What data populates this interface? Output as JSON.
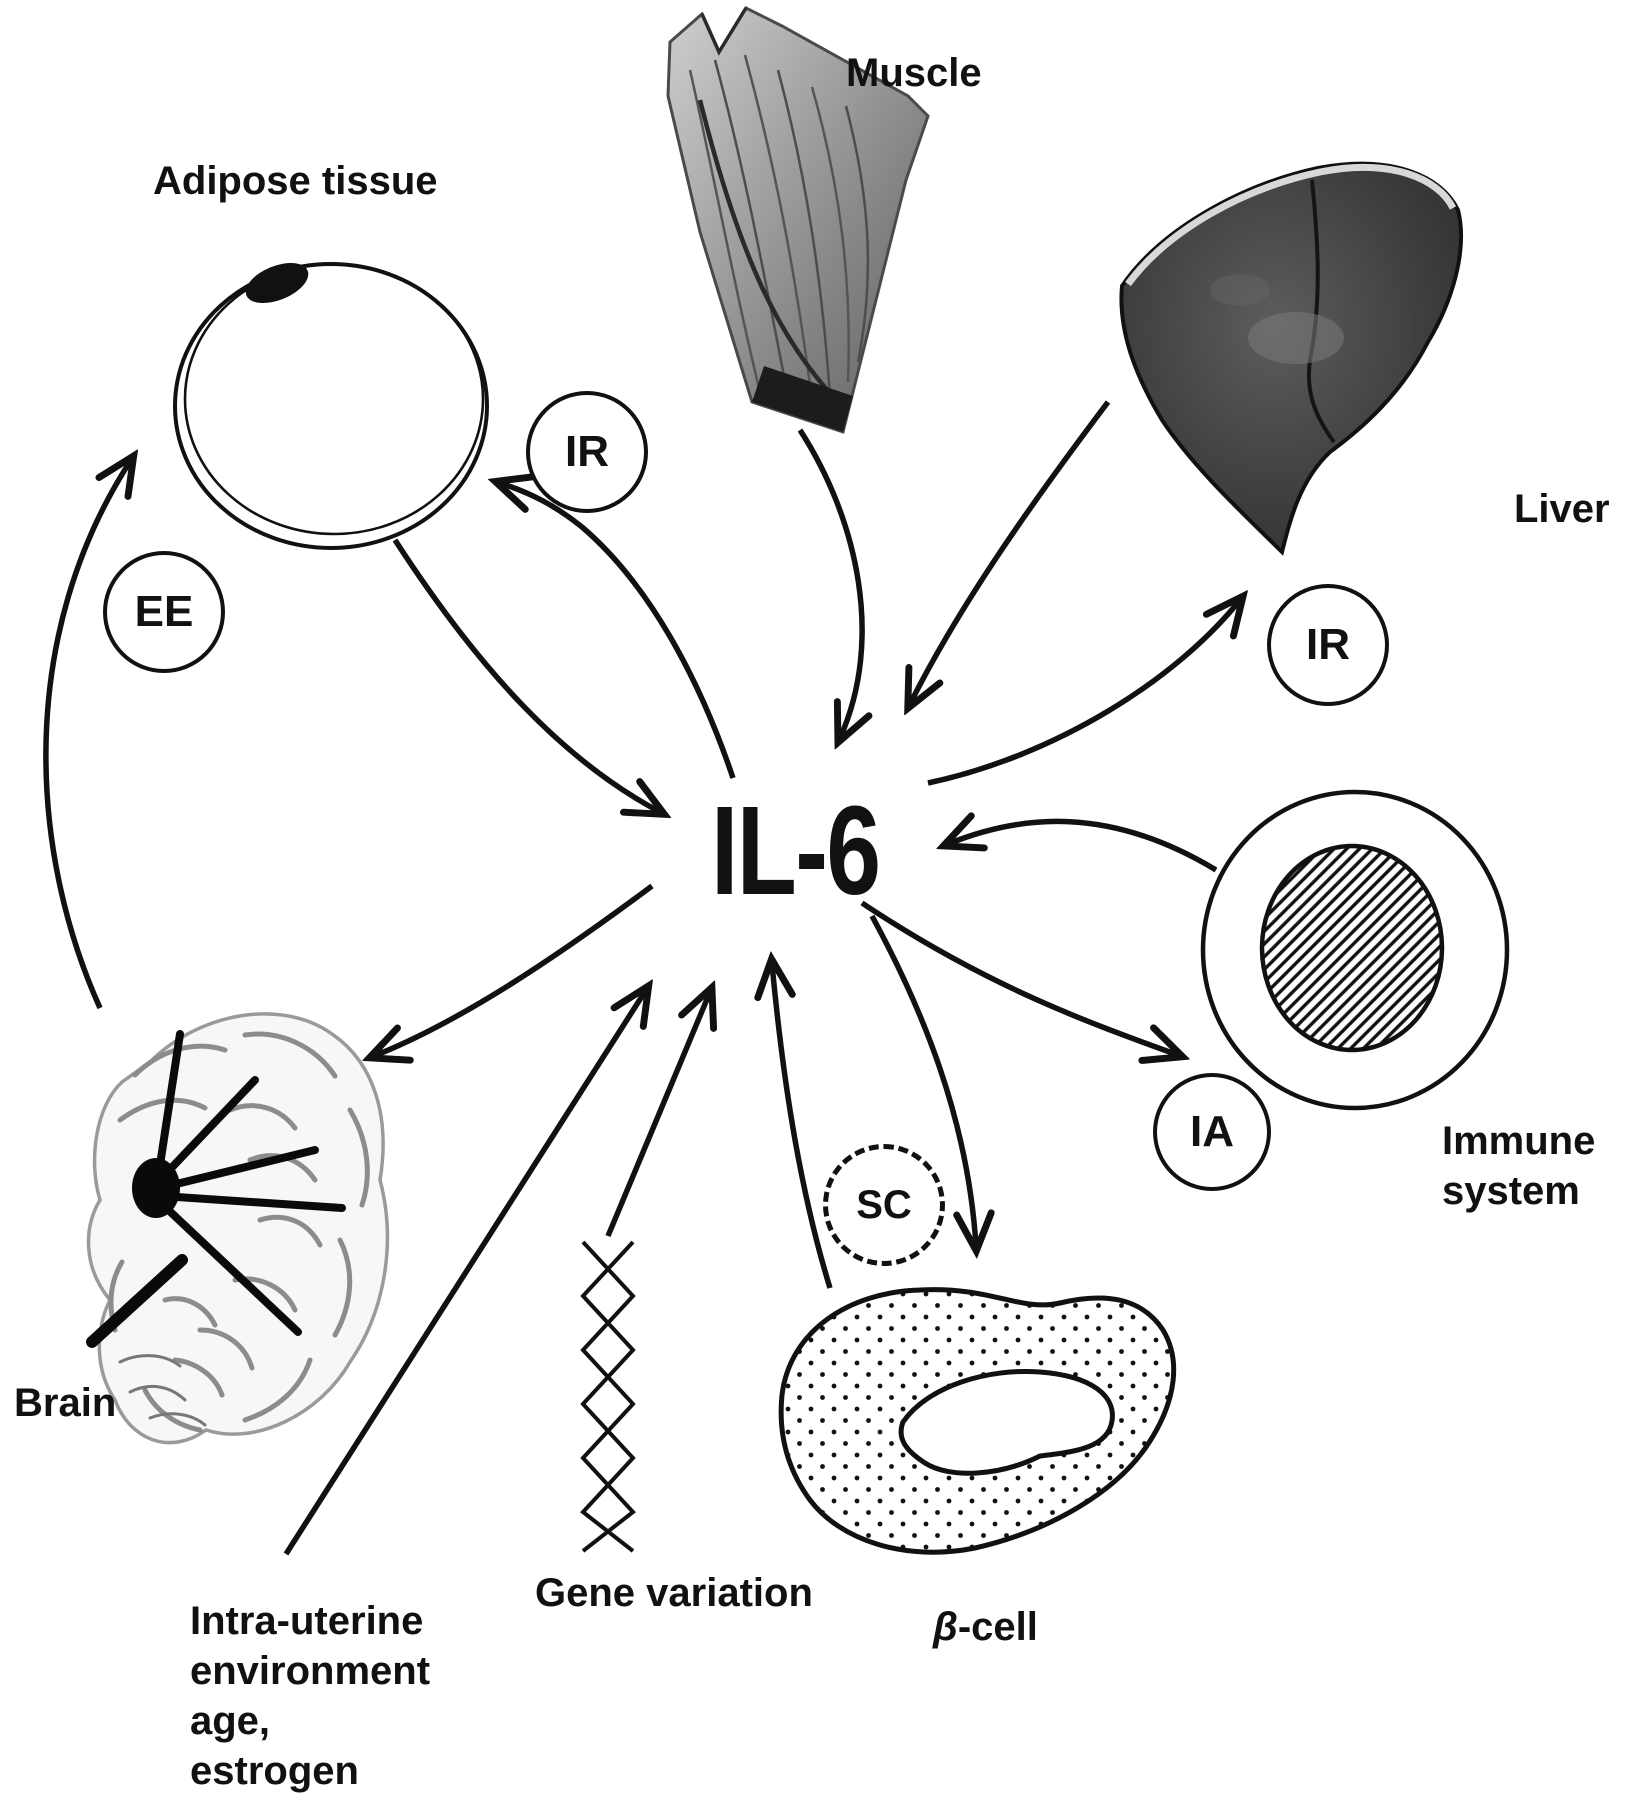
{
  "diagram": {
    "center": {
      "label": "IL-6"
    },
    "nodes": {
      "adipose": {
        "label": "Adipose tissue"
      },
      "muscle": {
        "label": "Muscle"
      },
      "liver": {
        "label": "Liver"
      },
      "immune": {
        "label_line1": "Immune",
        "label_line2": "system"
      },
      "brain": {
        "label": "Brain"
      },
      "gene": {
        "label": "Gene variation"
      },
      "beta_cell": {
        "beta": "β",
        "suffix": "-cell"
      },
      "intrauterine": {
        "lines": [
          "Intra-uterine",
          "environment",
          "age,",
          "estrogen"
        ]
      }
    },
    "badges": {
      "ee": "EE",
      "ir_adipose": "IR",
      "ir_liver": "IR",
      "ia": "IA",
      "sc": "SC"
    },
    "colors": {
      "ink": "#111111",
      "background": "#ffffff"
    }
  }
}
